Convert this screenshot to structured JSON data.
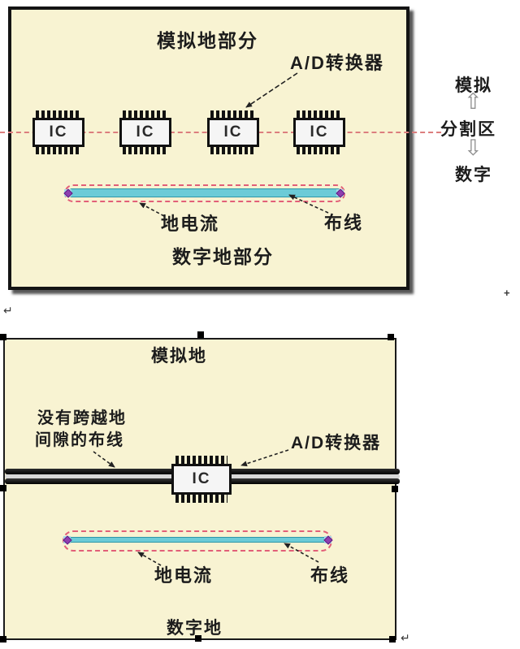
{
  "colors": {
    "panel_fill": "#F8F3D2",
    "panel_border": "#141414",
    "split_line_pink": "#DC7E7E",
    "current_loop_pink": "#E25F78",
    "trace_cyan": "#6CCBD7",
    "trace_cyan_border": "#2E97A8",
    "endpoint_purple": "#8E3FAF",
    "endpoint_blue": "#A8DAEA",
    "bus_bar_dark": "#151515",
    "bus_bar_gap": "#D8D8D8"
  },
  "figure_top": {
    "title": "模拟地部分",
    "footer": "数字地部分",
    "ad_converter_label": "A/D转换器",
    "ics": [
      "IC",
      "IC",
      "IC",
      "IC"
    ],
    "ground_current_label": "地电流",
    "wiring_label": "布线",
    "side": {
      "analog": "模拟",
      "up_arrow": "⇧",
      "split_zone": "分割区",
      "down_arrow": "⇩",
      "digital": "数字"
    }
  },
  "figure_bottom": {
    "title": "模拟地",
    "footer": "数字地",
    "ad_converter_label": "A/D转换器",
    "ic": "IC",
    "no_gap_crossing_line1": "没有跨越地",
    "no_gap_crossing_line2": "间隙的布线",
    "ground_current_label": "地电流",
    "wiring_label": "布线"
  },
  "marks": {
    "paragraph_return_1": "↵",
    "object_anchor": "+",
    "paragraph_return_2": "↵"
  }
}
